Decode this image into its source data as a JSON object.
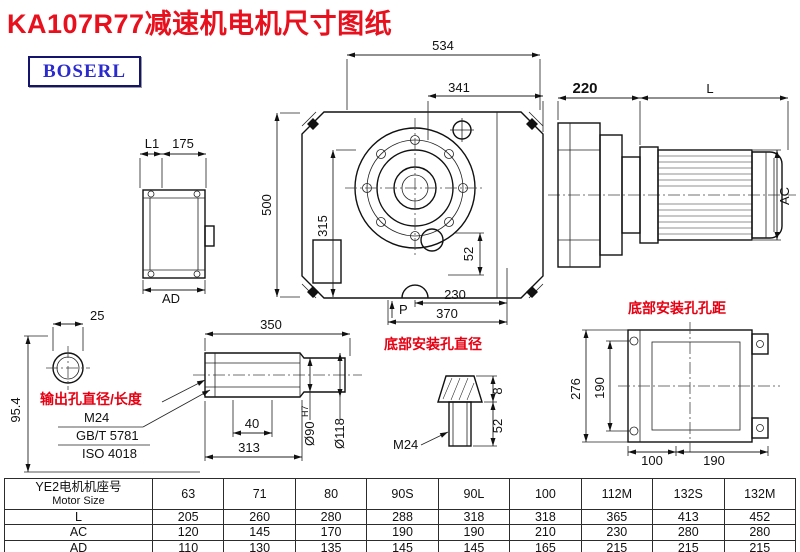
{
  "title": "KA107R77减速机电机尺寸图纸",
  "logo": "BOSERL",
  "dims": {
    "front": {
      "w534": "534",
      "w341": "341",
      "h500": "500",
      "h315": "315",
      "d52": "52",
      "w230": "230",
      "w370": "370",
      "p": "P"
    },
    "side": {
      "w220": "220",
      "l": "L",
      "ac": "AC"
    },
    "left": {
      "l1": "L1",
      "w175": "175",
      "ad": "AD"
    },
    "section": {
      "w25": "25",
      "h954": "95.4"
    },
    "shaft": {
      "w350": "350",
      "w40": "40",
      "w313": "313",
      "d90": "Ø90",
      "d90tol": "H7",
      "d118": "Ø118",
      "label": "输出孔直径/长度",
      "m24": "M24",
      "gbt": "GB/T 5781",
      "iso": "ISO 4018"
    },
    "hole": {
      "label": "底部安装孔直径",
      "h8": "8",
      "h52": "52",
      "m24": "M24"
    },
    "bottom": {
      "label": "底部安装孔孔距",
      "h276": "276",
      "h190": "190",
      "w100": "100",
      "w190": "190"
    }
  },
  "table": {
    "row_header_cn": "YE2电机机座号",
    "row_header_en": "Motor Size",
    "sizes": [
      "63",
      "71",
      "80",
      "90S",
      "90L",
      "100",
      "112M",
      "132S",
      "132M"
    ],
    "rows": [
      {
        "label": "L",
        "values": [
          "205",
          "260",
          "280",
          "288",
          "318",
          "318",
          "365",
          "413",
          "452"
        ]
      },
      {
        "label": "AC",
        "values": [
          "120",
          "145",
          "170",
          "190",
          "190",
          "210",
          "230",
          "280",
          "280"
        ]
      },
      {
        "label": "AD",
        "values": [
          "110",
          "130",
          "135",
          "145",
          "145",
          "165",
          "215",
          "215",
          "215"
        ]
      }
    ]
  }
}
